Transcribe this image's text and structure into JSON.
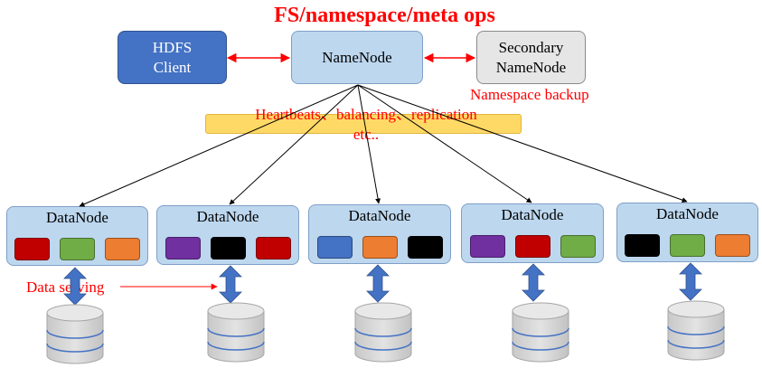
{
  "title": "FS/namespace/meta ops",
  "client": {
    "line1": "HDFS",
    "line2": "Client"
  },
  "namenode": {
    "label": "NameNode"
  },
  "secondary": {
    "line1": "Secondary",
    "line2": "NameNode"
  },
  "namespace_backup": "Namespace backup",
  "heartbeats": {
    "line1": "Heartbeats、balancing、replication",
    "line2": "etc.."
  },
  "data_serving": "Data      serving",
  "colors": {
    "red": "#c00000",
    "green": "#70ad47",
    "orange": "#ed7d31",
    "purple": "#7030a0",
    "black": "#000000",
    "blue": "#4472c4",
    "arrow_red": "#ff0000",
    "double_arrow": "#4472c4"
  },
  "datanodes": [
    {
      "label": "DataNode",
      "blocks": [
        "red",
        "green",
        "orange"
      ]
    },
    {
      "label": "DataNode",
      "blocks": [
        "purple",
        "black",
        "red"
      ]
    },
    {
      "label": "DataNode",
      "blocks": [
        "blue",
        "orange",
        "black"
      ]
    },
    {
      "label": "DataNode",
      "blocks": [
        "purple",
        "red",
        "green"
      ]
    },
    {
      "label": "DataNode",
      "blocks": [
        "black",
        "green",
        "orange"
      ]
    }
  ]
}
